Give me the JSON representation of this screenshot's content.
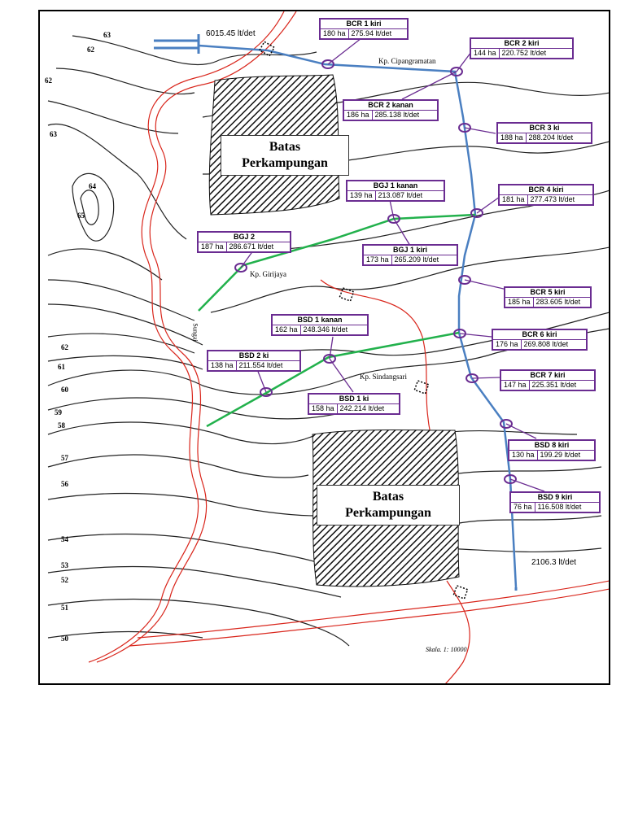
{
  "flows": {
    "inflow": "6015.45  lt/det",
    "outflow": "2106.3  lt/det"
  },
  "villages": {
    "top": "Batas\nPerkampungan",
    "bottom": "Batas\nPerkampungan"
  },
  "places": {
    "cipangramatan": "Kp. Cipangramatan",
    "girijaya": "Kp. Girijaya",
    "sindangsari": "Kp. Sindangsari",
    "river": "Sungai"
  },
  "scale": "Skala. 1: 10000",
  "contours": [
    "63",
    "62",
    "62",
    "63",
    "64",
    "65",
    "62",
    "61",
    "60",
    "59",
    "58",
    "57",
    "56",
    "54",
    "53",
    "52",
    "51",
    "50"
  ],
  "blocks": [
    {
      "id": "bcr1",
      "title": "BCR 1 kiri",
      "area": "180 ha",
      "flow": "275.94 lt/det"
    },
    {
      "id": "bcr2",
      "title": "BCR 2 kiri",
      "area": "144 ha",
      "flow": "220.752 lt/det"
    },
    {
      "id": "bcr2k",
      "title": "BCR 2 kanan",
      "area": "186 ha",
      "flow": "285.138 lt/det"
    },
    {
      "id": "bcr3",
      "title": "BCR 3 ki",
      "area": "188 ha",
      "flow": "288.204 lt/det"
    },
    {
      "id": "bgj1k",
      "title": "BGJ 1 kanan",
      "area": "139 ha",
      "flow": "213.087 lt/det"
    },
    {
      "id": "bcr4",
      "title": "BCR  4 kiri",
      "area": "181 ha",
      "flow": "277.473 lt/det"
    },
    {
      "id": "bgj2",
      "title": "BGJ 2",
      "area": "187 ha",
      "flow": "286.671 lt/det"
    },
    {
      "id": "bgj1",
      "title": "BGJ 1 kiri",
      "area": "173 ha",
      "flow": "265.209 lt/det"
    },
    {
      "id": "bcr5",
      "title": "BCR  5 kiri",
      "area": "185 ha",
      "flow": "283.605 lt/det"
    },
    {
      "id": "bsd1k",
      "title": "BSD 1 kanan",
      "area": "162 ha",
      "flow": "248.346 lt/det"
    },
    {
      "id": "bcr6",
      "title": "BCR 6 kiri",
      "area": "176 ha",
      "flow": "269.808 lt/det"
    },
    {
      "id": "bsd2",
      "title": "BSD 2 ki",
      "area": "138 ha",
      "flow": "211.554 lt/det"
    },
    {
      "id": "bcr7",
      "title": "BCR 7 kiri",
      "area": "147 ha",
      "flow": "225.351 lt/det"
    },
    {
      "id": "bsd1",
      "title": "BSD 1 ki",
      "area": "158 ha",
      "flow": "242.214 lt/det"
    },
    {
      "id": "bsd8",
      "title": "BSD 8 kiri",
      "area": "130 ha",
      "flow": "199.29 lt/det"
    },
    {
      "id": "bsd9",
      "title": "BSD 9 kiri",
      "area": "76 ha",
      "flow": "116.508 lt/det"
    }
  ],
  "colors": {
    "primary_canal": "#4a7fc1",
    "secondary_canal": "#22b14c",
    "river": "#d9261c",
    "block_border": "#6a2c91"
  }
}
